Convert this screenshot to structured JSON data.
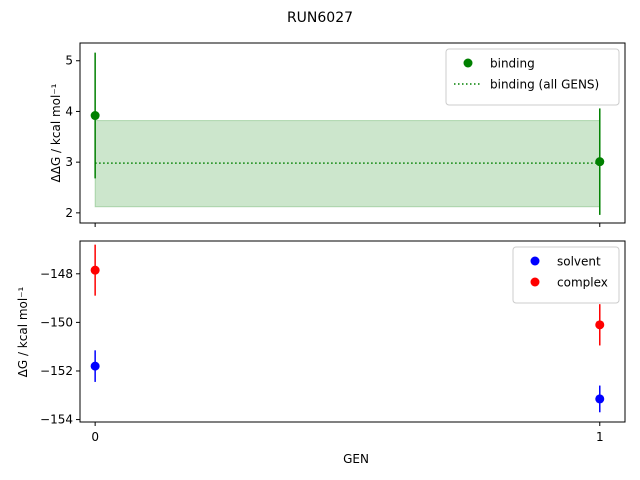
{
  "figure": {
    "title": "RUN6027"
  },
  "chart_data": [
    {
      "type": "scatter",
      "panel": "top",
      "xlabel": "",
      "ylabel": "ΔΔG / kcal mol⁻¹",
      "xlim": [
        -0.03,
        1.05
      ],
      "ylim": [
        1.8,
        5.35
      ],
      "yticks": [
        2,
        3,
        4,
        5
      ],
      "xticks": [
        0,
        1
      ],
      "grid": false,
      "legend": {
        "placement": "top-right",
        "entries": [
          "binding",
          "binding (all GENS)"
        ]
      },
      "series": [
        {
          "name": "binding",
          "kind": "points-with-errorbars",
          "color": "#008000",
          "x": [
            0,
            1
          ],
          "y": [
            3.92,
            3.01
          ],
          "yerr": [
            1.24,
            1.05
          ]
        },
        {
          "name": "binding (all GENS)",
          "kind": "dotted-line-with-band",
          "color": "#008000",
          "band_color": "#008000",
          "x": [
            0,
            1
          ],
          "y": 2.98,
          "band": [
            2.12,
            3.82
          ]
        }
      ]
    },
    {
      "type": "scatter",
      "panel": "bottom",
      "xlabel": "GEN",
      "ylabel": "ΔG / kcal mol⁻¹",
      "xlim": [
        -0.03,
        1.05
      ],
      "ylim": [
        -154.1,
        -146.65
      ],
      "yticks": [
        -148,
        -150,
        -152,
        -154
      ],
      "ytick_labels": [
        "−148",
        "−150",
        "−152",
        "−154"
      ],
      "xticks": [
        0,
        1
      ],
      "xtick_labels": [
        "0",
        "1"
      ],
      "grid": false,
      "legend": {
        "placement": "top-right",
        "entries": [
          "solvent",
          "complex"
        ]
      },
      "series": [
        {
          "name": "solvent",
          "color": "#0000ff",
          "x": [
            0,
            1
          ],
          "y": [
            -151.8,
            -153.15
          ],
          "yerr": [
            0.65,
            0.55
          ]
        },
        {
          "name": "complex",
          "color": "#ff0000",
          "x": [
            0,
            1
          ],
          "y": [
            -147.85,
            -150.1
          ],
          "yerr": [
            1.05,
            0.85
          ]
        }
      ]
    }
  ]
}
